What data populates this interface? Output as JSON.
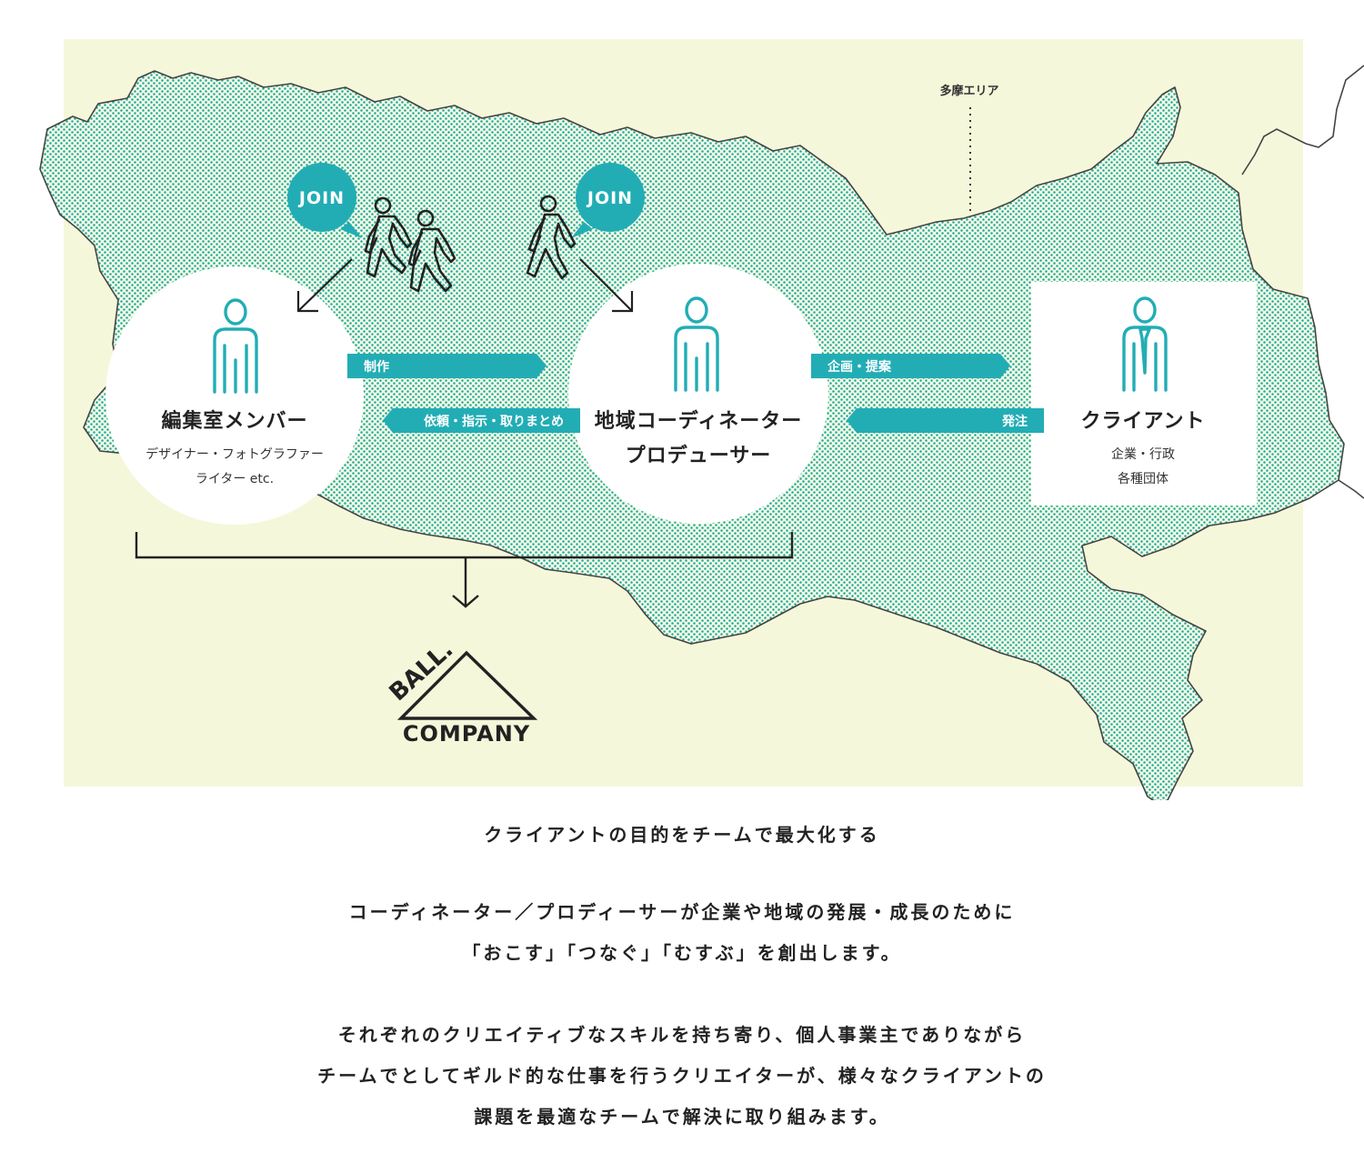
{
  "diagram": {
    "area_label": "多摩エリア",
    "join_label": "JOIN",
    "nodes": {
      "editors": {
        "title": "編集室メンバー",
        "sub1": "デザイナー・フォトグラファー",
        "sub2": "ライター etc."
      },
      "coordinator": {
        "title1": "地域コーディネーター",
        "title2": "プロデューサー"
      },
      "client": {
        "title": "クライアント",
        "sub1": "企業・行政",
        "sub2": "各種団体"
      }
    },
    "arrows": {
      "production": "制作",
      "request": "依頼・指示・取りまとめ",
      "planning": "企画・提案",
      "order": "発注"
    },
    "logo": {
      "top": "BALL.",
      "bottom": "COMPANY"
    }
  },
  "copy": {
    "lead": "クライアントの目的をチームで最大化する",
    "para1": [
      "コーディネーター／プロディーサーが企業や地域の発展・成長のために",
      "「おこす」「つなぐ」「むすぶ」を創出します。"
    ],
    "para2": [
      "それぞれのクリエイティブなスキルを持ち寄り、個人事業主でありながら",
      "チームでとしてギルド的な仕事を行うクリエイターが、様々なクライアントの",
      "課題を最適なチームで解決に取り組みます。"
    ]
  },
  "colors": {
    "teal": "#22adb5",
    "map_bg": "#f5f7da",
    "dot": "#1aa9a0",
    "ink": "#222222"
  }
}
